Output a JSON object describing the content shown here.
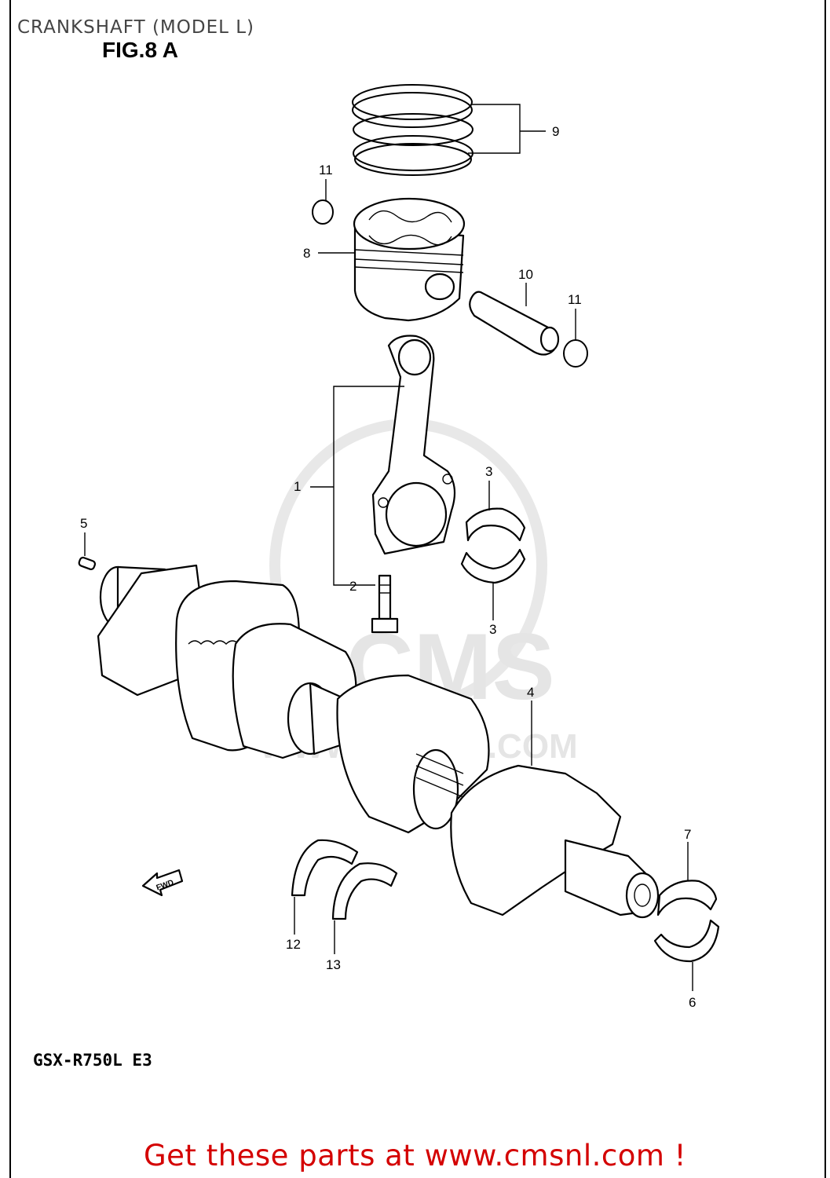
{
  "header": {
    "title": "CRANKSHAFT (MODEL L)",
    "figure": "FIG.8 A"
  },
  "footer": {
    "model_code": "GSX-R750L E3",
    "cta": "Get these parts at www.cmsnl.com !"
  },
  "watermark": {
    "brand": "CMS",
    "url": "WWW.CMSNL.COM"
  },
  "direction_marker": "FWD",
  "callouts": {
    "c1": "1",
    "c2": "2",
    "c3a": "3",
    "c3b": "3",
    "c4": "4",
    "c5": "5",
    "c6": "6",
    "c7": "7",
    "c8": "8",
    "c9": "9",
    "c10": "10",
    "c11a": "11",
    "c11b": "11",
    "c12": "12",
    "c13": "13"
  },
  "colors": {
    "cta": "#d40000",
    "ink": "#000000",
    "watermark": "#e3e3e3"
  }
}
